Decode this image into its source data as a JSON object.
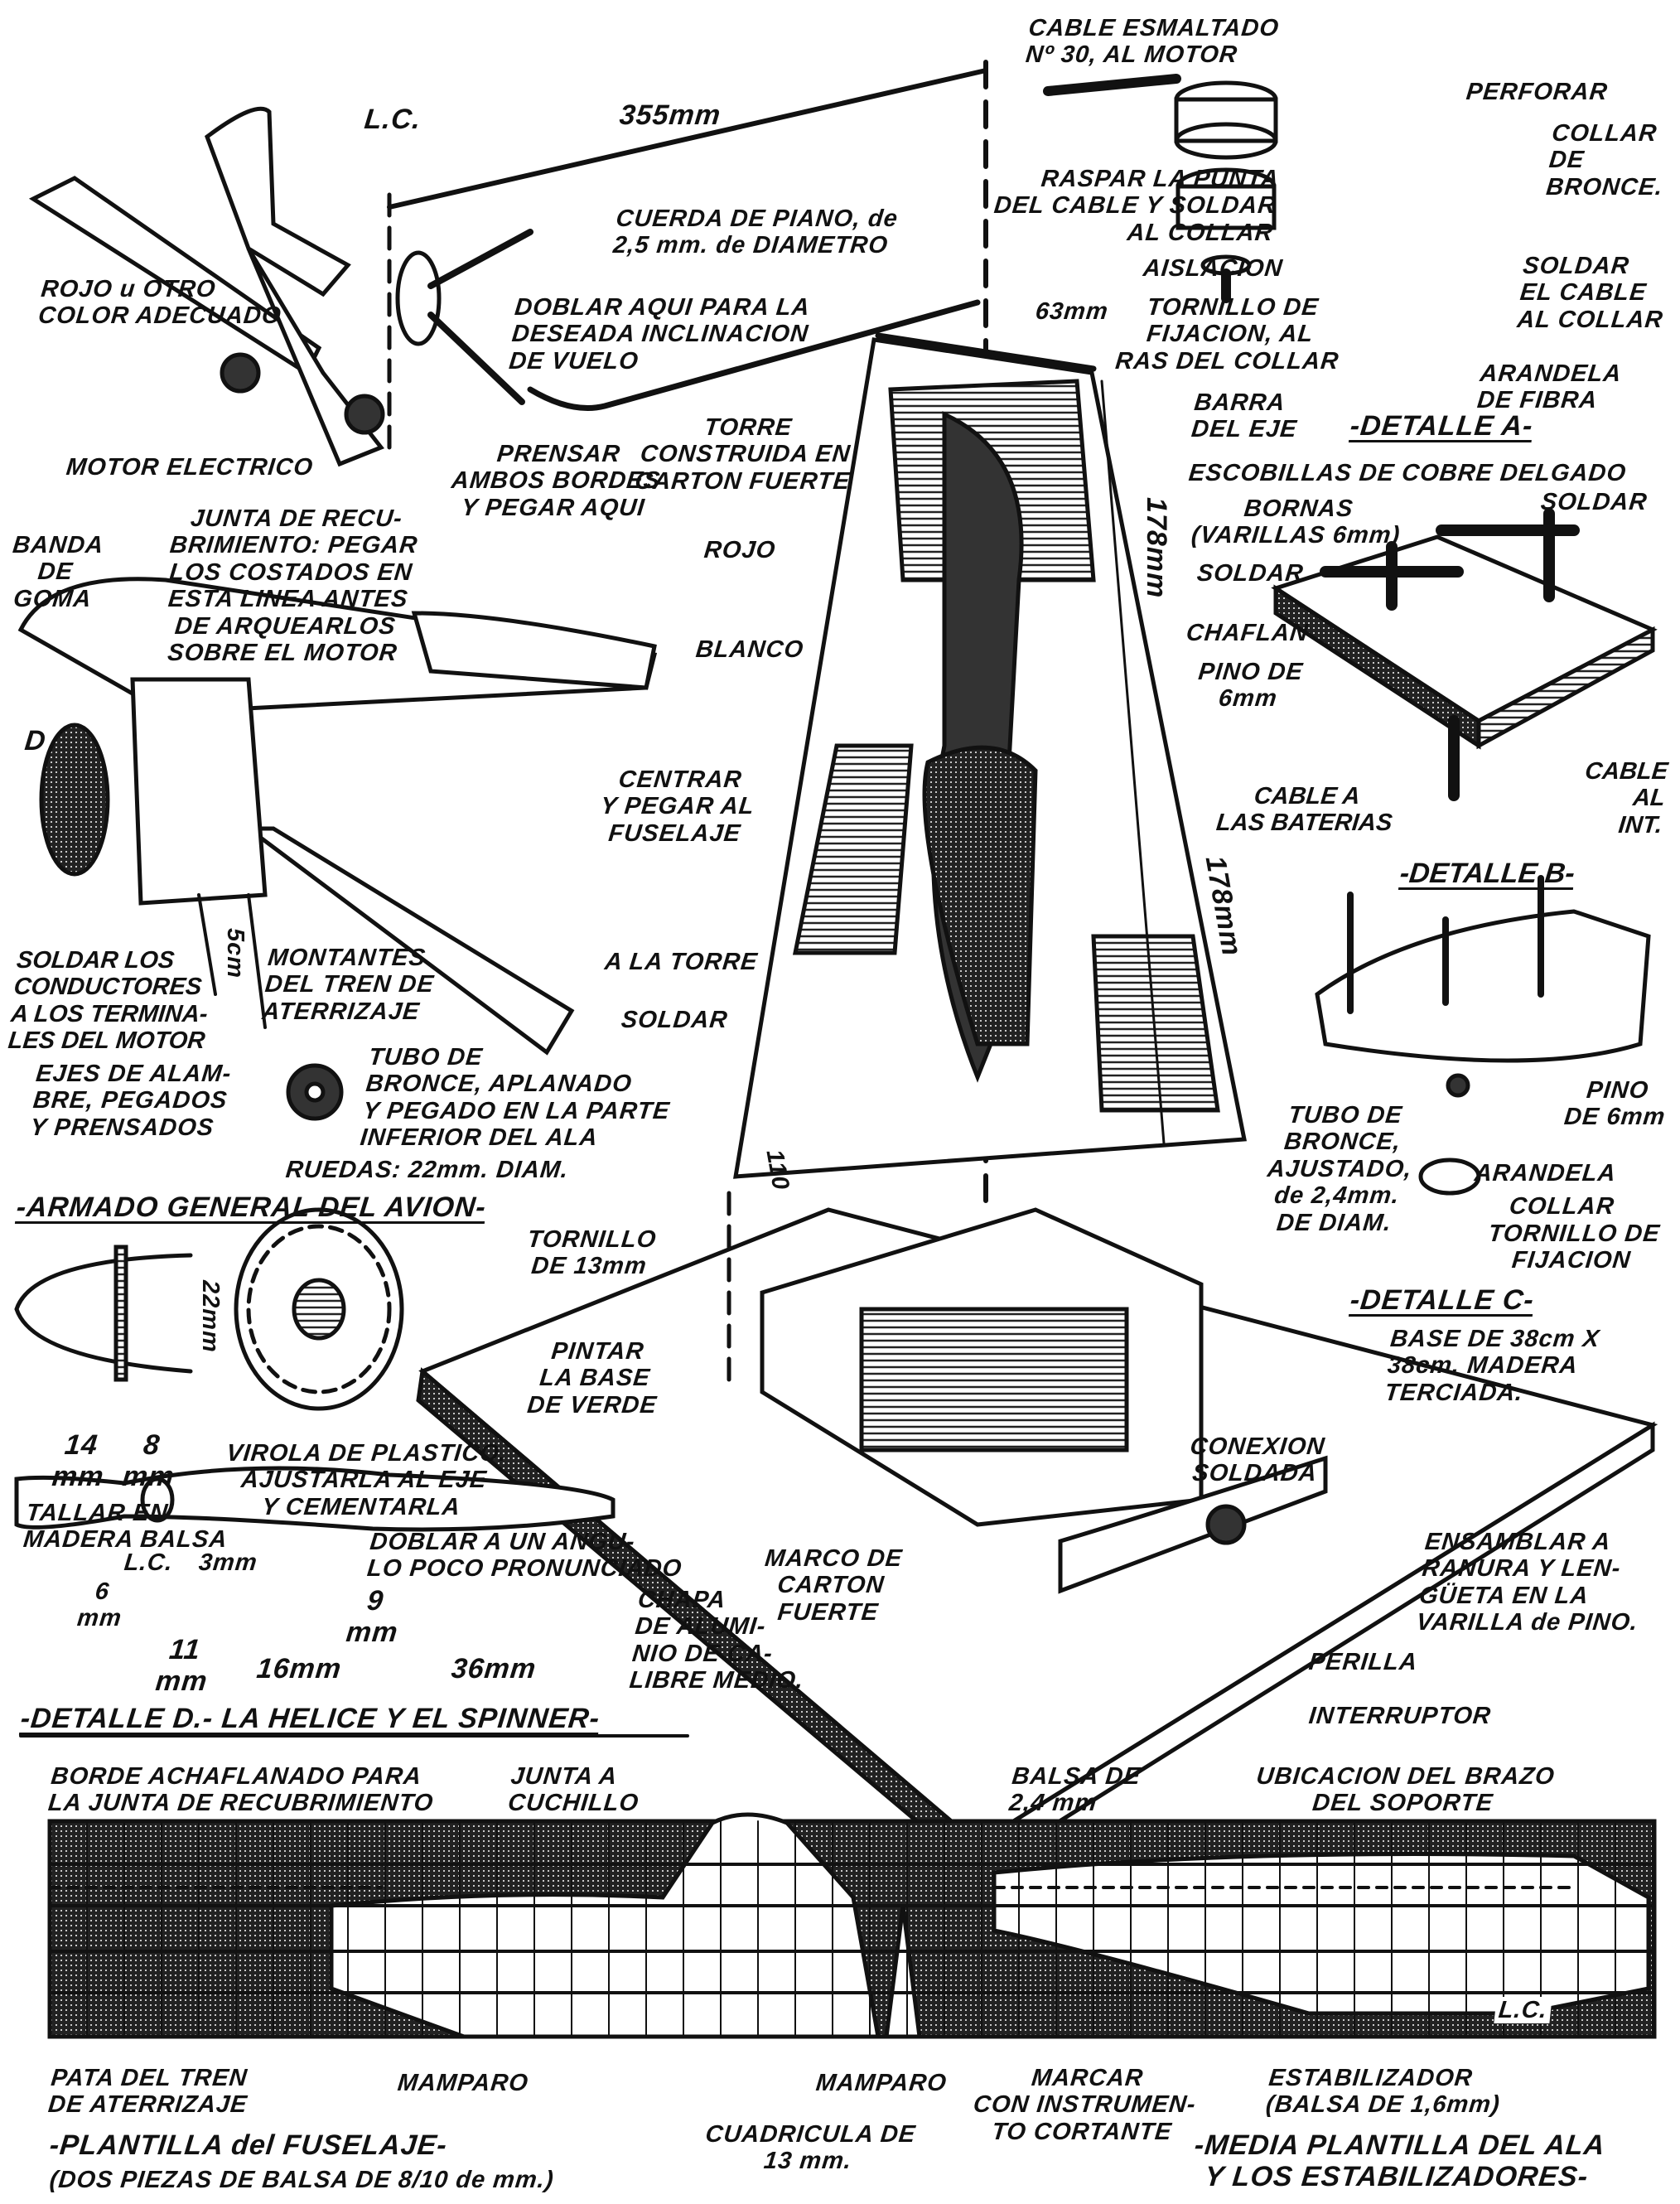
{
  "overview": {
    "lc": "L.C.",
    "distance": "355mm",
    "cable": "CABLE ESMALTADO\nNº 30, AL MOTOR",
    "piano_wire": "CUERDA DE PIANO, de\n2,5 mm. de DIAMETRO",
    "red_color": "ROJO u OTRO\nCOLOR ADECUADO",
    "bend_here": "DOBLAR AQUI PARA LA\nDESEADA INCLINACION\nDE VUELO"
  },
  "detail_a": {
    "perforar": "PERFORAR",
    "collar": "COLLAR\nDE\nBRONCE.",
    "raspar": "RASPAR LA PUNTA\nDEL CABLE Y SOLDAR\nAL COLLAR",
    "aislacion": "AISLACION",
    "soldar_cable": "SOLDAR\nEL CABLE\nAL COLLAR",
    "tornillo": "TORNILLO DE\nFIJACION, AL\nRAS DEL COLLAR",
    "arandela": "ARANDELA\nDE FIBRA",
    "barra": "BARRA\nDEL EJE",
    "title": "-DETALLE A-"
  },
  "tower": {
    "width": "63mm",
    "title": "TORRE\nCONSTRUIDA EN\nCARTON FUERTE",
    "rojo": "ROJO",
    "blanco": "BLANCO",
    "height_top": "178mm",
    "height_bottom": "178mm",
    "a_la_torre": "A LA TORRE",
    "screw_len": "110",
    "tornillo": "TORNILLO\nDE 13mm",
    "base": "BASE DE 38cm X\n38cm. MADERA\nTERCIADA.",
    "pintar": "PINTAR\nLA BASE\nDE VERDE",
    "conexion": "CONEXION\nSOLDADA",
    "marco": "MARCO DE\nCARTON\nFUERTE",
    "ensamblar": "ENSAMBLAR A\nRANURA Y LEN-\nGÜETA EN LA\nVARILLA de PINO.",
    "perilla": "PERILLA",
    "interruptor": "INTERRUPTOR"
  },
  "detail_b": {
    "escobillas": "ESCOBILLAS DE COBRE DELGADO",
    "bornas": "BORNAS\n(VARILLAS 6mm)",
    "soldar1": "SOLDAR",
    "soldar2": "SOLDAR",
    "chaflan": "CHAFLAN",
    "pino": "PINO DE\n6mm",
    "cable_bat": "CABLE  A\nLAS BATERIAS",
    "cable_int": "CABLE\nAL\nINT.",
    "title": "-DETALLE B-"
  },
  "detail_c": {
    "pino": "PINO\nDE 6mm",
    "tubo": "TUBO DE\nBRONCE,\nAJUSTADO,\nde 2,4mm.\nDE DIAM.",
    "arandela": "ARANDELA",
    "collar": "COLLAR",
    "tornillo": "TORNILLO DE\nFIJACION",
    "title": "-DETALLE C-"
  },
  "assembly": {
    "motor": "MOTOR ELECTRICO",
    "prensar": "PRENSAR\nAMBOS BORDES\nY PEGAR AQUI",
    "junta": "JUNTA DE RECU-\nBRIMIENTO: PEGAR\nLOS COSTADOS EN\nESTA LINEA ANTES\nDE ARQUEARLOS\nSOBRE EL MOTOR",
    "banda": "BANDA\nDE\nGOMA",
    "d": "D",
    "centrar": "CENTRAR\nY PEGAR AL\nFUSELAJE",
    "soldar_cond": "SOLDAR LOS\nCONDUCTORES\nA LOS TERMINA-\nLES DEL MOTOR",
    "five_cm": "5cm",
    "montantes": "MONTANTES\nDEL TREN DE\nATERRIZAJE",
    "soldar": "SOLDAR",
    "ejes": "EJES DE ALAM-\nBRE, PEGADOS\nY PRENSADOS",
    "tubo": "TUBO DE\nBRONCE, APLANADO\nY PEGADO EN LA PARTE\nINFERIOR DEL ALA",
    "ruedas": "RUEDAS: 22mm. DIAM.",
    "title": "-ARMADO GENERAL DEL AVION-"
  },
  "detail_d": {
    "dim_22": "22mm",
    "dim_14": "14\nmm",
    "dim_8": "8\nmm",
    "tallar": "TALLAR EN\nMADERA BALSA",
    "virola": "VIROLA DE PLASTICO.\nAJUSTARLA AL EJE\nY CEMENTARLA",
    "doblar": "DOBLAR A UN ANGU-\nLO POCO PRONUNCIADO",
    "lc": "L.C.",
    "dim_3": "3mm",
    "dim_6": "6\nmm",
    "dim_9": "9\nmm",
    "dim_11": "11\nmm",
    "dim_16": "16mm",
    "dim_36": "36mm",
    "chapa": "CHAPA\nDE ALUMI-\nNIO DE CA-\nLIBRE MEDIO.",
    "title": "-DETALLE D.- LA HELICE Y EL SPINNER-"
  },
  "templates": {
    "borde": "BORDE ACHAFLANADO PARA\nLA JUNTA DE RECUBRIMIENTO",
    "junta": "JUNTA A\nCUCHILLO",
    "balsa": "BALSA DE\n2,4 mm",
    "ubicacion": "UBICACION DEL BRAZO\nDEL SOPORTE",
    "lc": "L.C.",
    "pata": "PATA DEL TREN\nDE ATERRIZAJE",
    "mamparo1": "MAMPARO",
    "mamparo2": "MAMPARO",
    "marcar": "MARCAR\nCON INSTRUMEN-\nTO CORTANTE",
    "estabilizador": "ESTABILIZADOR\n(BALSA DE 1,6mm)",
    "cuadricula": "CUADRICULA DE\n13 mm.",
    "fuselaje_title": "-PLANTILLA del FUSELAJE-",
    "fuselaje_sub": "(DOS PIEZAS DE BALSA DE 8/10 de mm.)",
    "ala_title": "-MEDIA PLANTILLA DEL ALA\nY LOS ESTABILIZADORES-"
  }
}
